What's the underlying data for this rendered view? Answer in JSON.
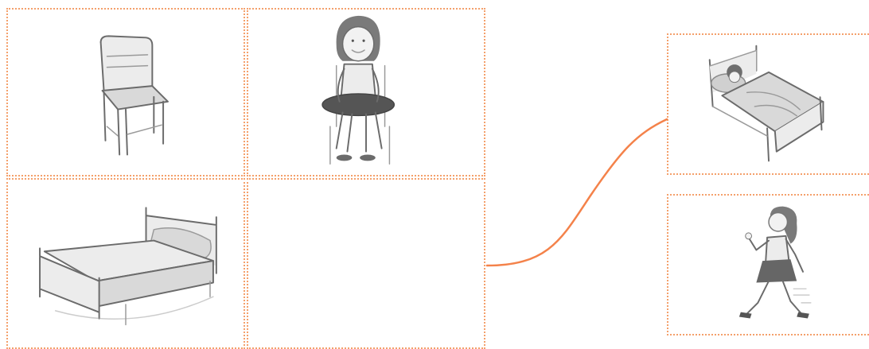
{
  "line_color": "#f4824a",
  "border_color": "#f4a06b",
  "grid": {
    "cells": [
      {
        "id": "chair",
        "icon": "chair-icon"
      },
      {
        "id": "girl-sitting",
        "icon": "girl-sitting-on-chair-icon"
      },
      {
        "id": "bed",
        "icon": "bed-icon"
      },
      {
        "id": "empty",
        "icon": ""
      }
    ]
  },
  "options": [
    {
      "id": "girl-sleeping-in-bed",
      "icon": "girl-sleeping-in-bed-icon",
      "connected": true
    },
    {
      "id": "girl-walking",
      "icon": "girl-walking-icon",
      "connected": false
    }
  ]
}
